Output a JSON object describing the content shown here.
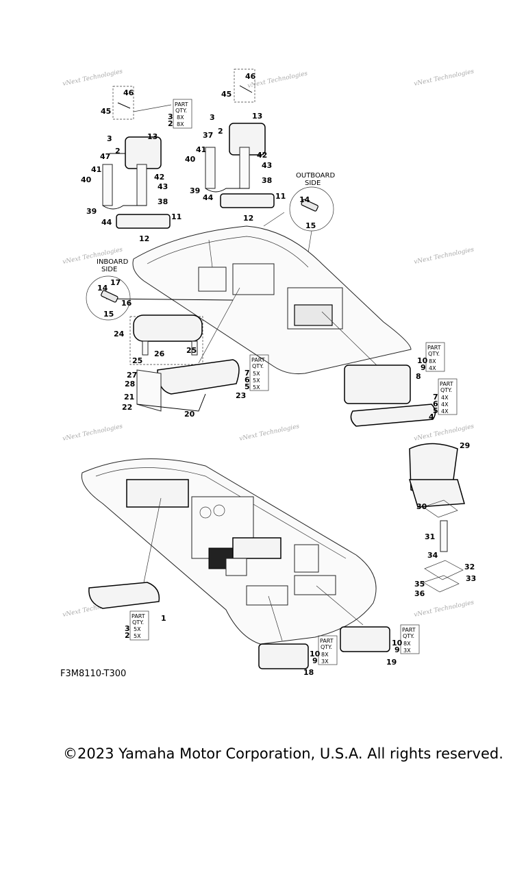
{
  "diagram_code": "F3M8110-T300",
  "copyright": "©2023 Yamaha Motor Corporation, U.S.A. All rights reserved.",
  "watermark": "vNext Technologies",
  "labels": {
    "outboard_side": "OUTBOARD",
    "outboard_side2": "SIDE",
    "inboard_side": "INBOARD",
    "inboard_side2": "SIDE"
  },
  "qty_tables": [
    {
      "head1": "PART",
      "head2": "QTY.",
      "rows": [
        [
          "3",
          "8X"
        ],
        [
          "2",
          "8X"
        ]
      ]
    },
    {
      "head1": "PART",
      "head2": "QTY.",
      "rows": [
        [
          "7",
          "5X"
        ],
        [
          "6",
          "5X"
        ],
        [
          "5",
          "5X"
        ]
      ]
    },
    {
      "head1": "PART",
      "head2": "QTY.",
      "rows": [
        [
          "10",
          "8X"
        ],
        [
          "9",
          "4X"
        ]
      ]
    },
    {
      "head1": "PART",
      "head2": "QTY.",
      "rows": [
        [
          "7",
          "4X"
        ],
        [
          "6",
          "4X"
        ],
        [
          "5",
          "4X"
        ]
      ]
    },
    {
      "head1": "PART",
      "head2": "QTY.",
      "rows": [
        [
          "3",
          "5X"
        ],
        [
          "2",
          "5X"
        ]
      ]
    },
    {
      "head1": "PART",
      "head2": "QTY.",
      "rows": [
        [
          "10",
          "8X"
        ],
        [
          "9",
          "3X"
        ]
      ]
    },
    {
      "head1": "PART",
      "head2": "QTY.",
      "rows": [
        [
          "10",
          "8X"
        ],
        [
          "9",
          "3X"
        ]
      ]
    }
  ],
  "callouts": [
    "46",
    "45",
    "3",
    "2",
    "13",
    "47",
    "41",
    "40",
    "42",
    "43",
    "38",
    "39",
    "44",
    "11",
    "12",
    "46",
    "45",
    "3",
    "2",
    "13",
    "37",
    "41",
    "40",
    "42",
    "43",
    "38",
    "39",
    "44",
    "11",
    "12",
    "14",
    "15",
    "14",
    "17",
    "16",
    "15",
    "24",
    "25",
    "26",
    "25",
    "27",
    "28",
    "21",
    "22",
    "20",
    "23",
    "8",
    "4",
    "29",
    "30",
    "31",
    "34",
    "32",
    "33",
    "35",
    "36",
    "1",
    "18",
    "19"
  ]
}
